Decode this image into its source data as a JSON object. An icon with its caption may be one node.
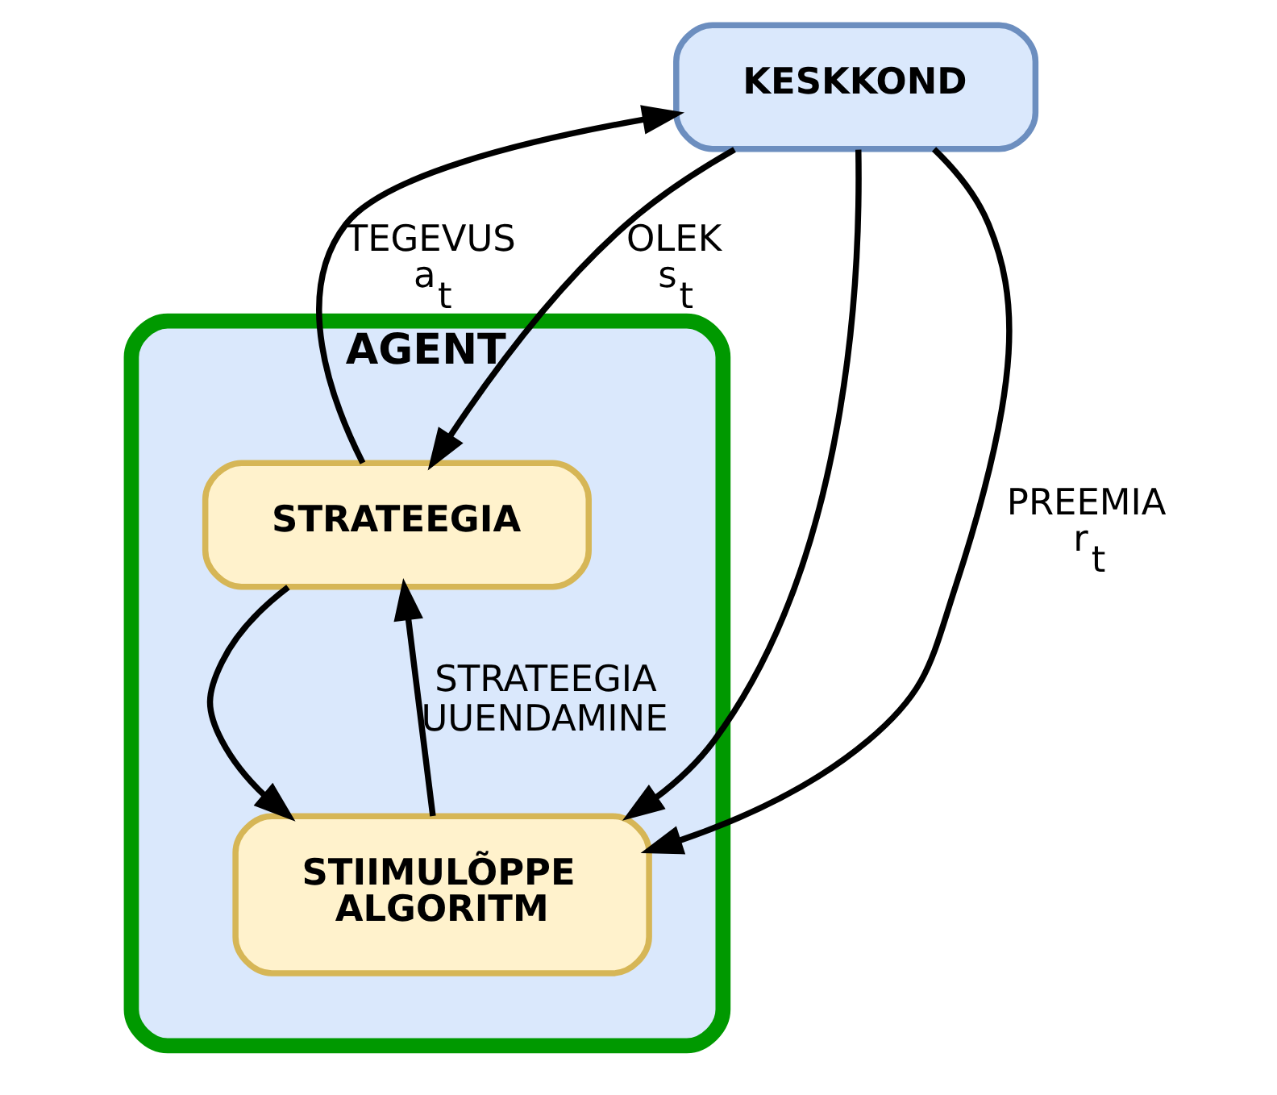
{
  "diagram": {
    "nodes": [
      {
        "text": [
          "AGENT"
        ]
      },
      {
        "text": [
          "STRATEEGIA"
        ],
        "in": 0
      },
      {
        "text": [
          "STIIMULÕPPE ALGORITM"
        ],
        "in": 0
      },
      {
        "text": [
          "KESKKOND"
        ]
      }
    ],
    "edges": [
      {
        "from": 3,
        "to": 1,
        "arrow": "to",
        "label": "OLEK s$_{t}$"
      },
      {
        "from": 3,
        "to": 2,
        "arrow": "to"
      },
      {
        "from": 1,
        "to": 3,
        "arrow": "to",
        "label": "TEGEVUS a$_{t}$"
      },
      {
        "from": 1,
        "to": 2,
        "arrow": "to"
      },
      {
        "from": 2,
        "to": 1,
        "arrow": "to",
        "label": "STRATEEGIA UUENDAMINE"
      },
      {
        "from": 3,
        "to": 2,
        "arrow": "to",
        "label": "PREEMIA r$_{t}$"
      }
    ]
  }
}
